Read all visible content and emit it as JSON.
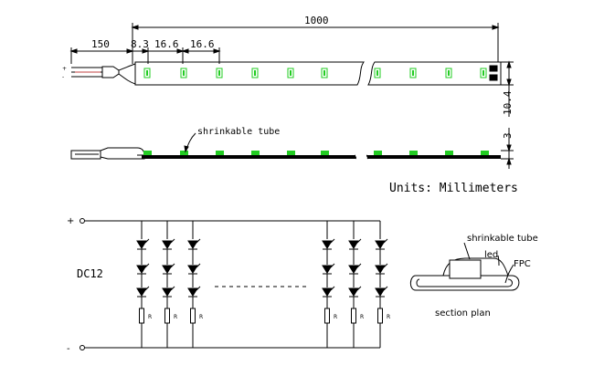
{
  "dimensions": {
    "total_length": "1000",
    "lead_length": "150",
    "first_pitch": "8.3",
    "pitch_1": "16.6",
    "pitch_2": "16.6",
    "width": "10.4",
    "height": "3"
  },
  "labels": {
    "shrinkable_tube_top": "shrinkable tube",
    "units": "Units: Millimeters",
    "power_plus": "+",
    "power_minus": "-",
    "supply": "DC12",
    "resistor": "R",
    "section_shrinkable_tube": "shrinkable tube",
    "section_led": "led",
    "section_fpc": "FPC",
    "section_plan": "section plan",
    "wire_plus": "+",
    "wire_minus": "-"
  },
  "colors": {
    "led_green": "#22cc22",
    "line": "#000000"
  }
}
